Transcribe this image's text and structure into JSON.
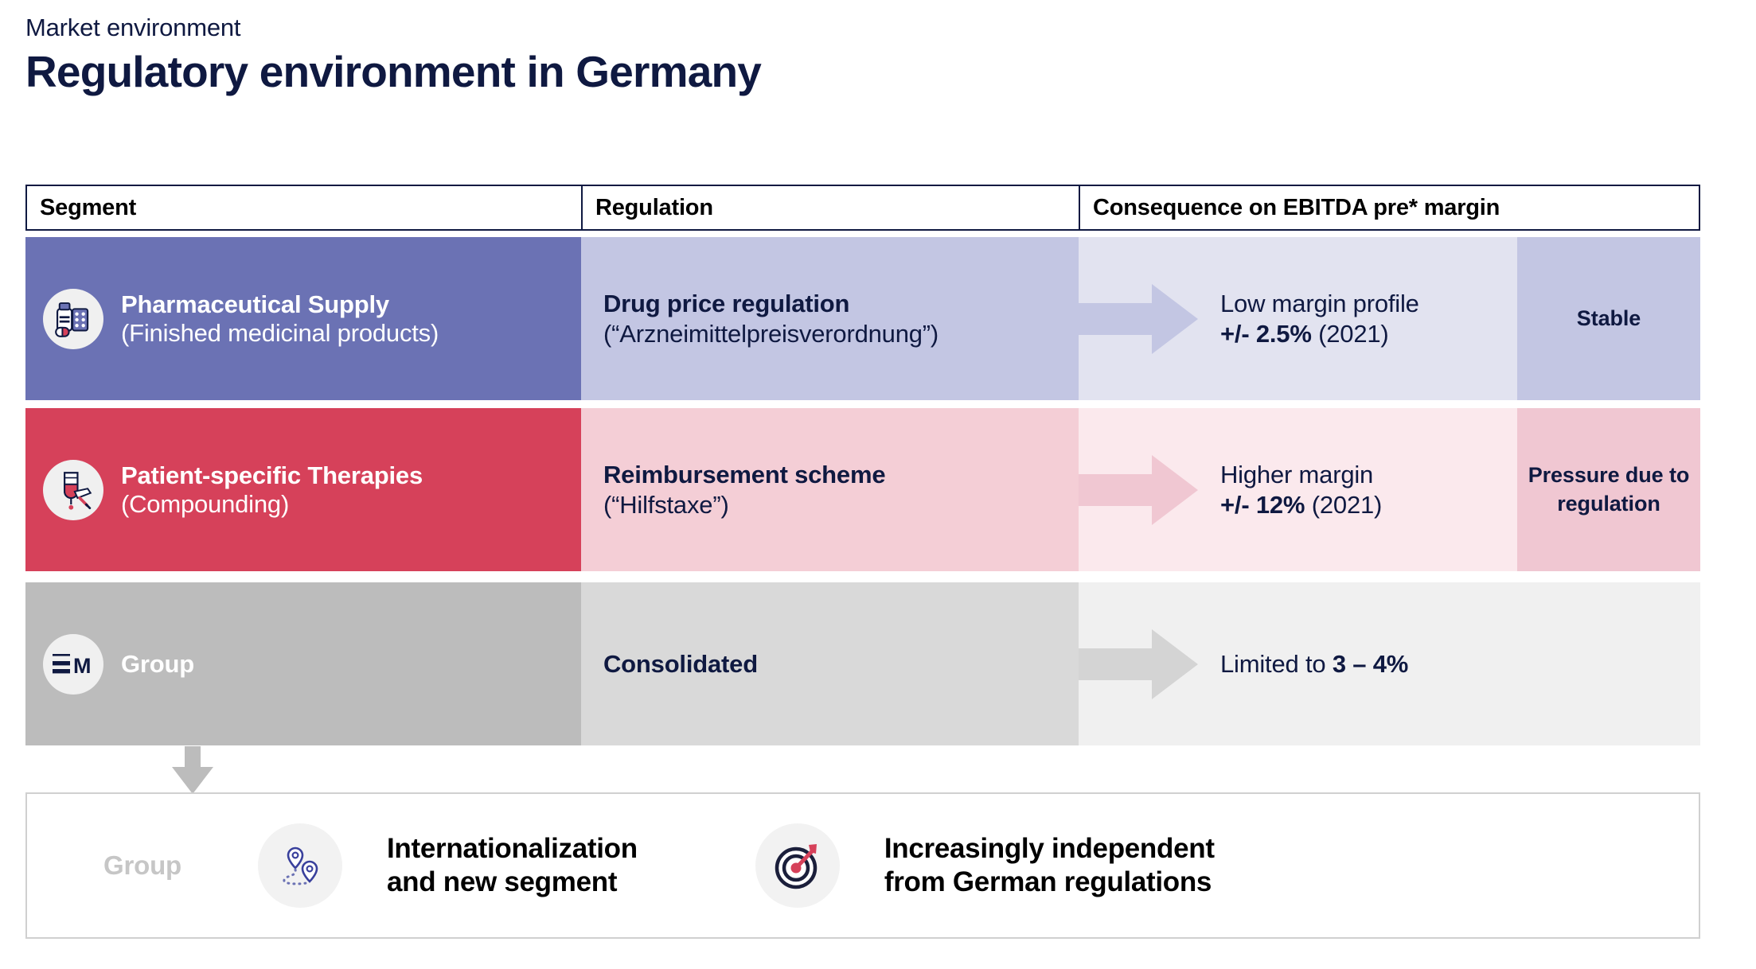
{
  "header": {
    "eyebrow": "Market environment",
    "title": "Regulatory environment in Germany"
  },
  "table": {
    "columns": [
      {
        "label": "Segment"
      },
      {
        "label": "Regulation"
      },
      {
        "label": "Consequence on EBITDA pre* margin"
      }
    ],
    "rows": [
      {
        "segment_icon": "medicine-bottle-icon",
        "segment_title": "Pharmaceutical Supply",
        "segment_sub": "(Finished medicinal products)",
        "regulation_title": "Drug price regulation",
        "regulation_sub": "(“Arzneimittelpreisverordnung”)",
        "arrow_icon": "right-arrow-icon",
        "consequence_line1": "Low margin profile",
        "consequence_value": "+/- 2.5%",
        "consequence_year": "(2021)",
        "status": "Stable",
        "colors": {
          "segment": "#6b72b4",
          "regulation": "#c3c6e3",
          "consequence": "#e2e3f0",
          "status": "#c3c6e3",
          "arrow": "#c3c6e3"
        }
      },
      {
        "segment_icon": "iv-bag-syringe-icon",
        "segment_title": "Patient-specific Therapies",
        "segment_sub": "(Compounding)",
        "regulation_title": "Reimbursement scheme",
        "regulation_sub": "(“Hilfstaxe”)",
        "arrow_icon": "right-arrow-icon",
        "consequence_line1": "Higher margin",
        "consequence_value": "+/- 12%",
        "consequence_year": "(2021)",
        "status": "Pressure due to regulation",
        "colors": {
          "segment": "#d6415a",
          "regulation": "#f4ced6",
          "consequence": "#fbe9ed",
          "status": "#f0c7d2",
          "arrow": "#f0c7d2"
        }
      },
      {
        "segment_icon": "company-m-logo-icon",
        "segment_title": "Group",
        "segment_sub": "",
        "regulation_title": "Consolidated",
        "regulation_sub": "",
        "arrow_icon": "right-arrow-icon",
        "consequence_line1": "",
        "consequence_prefix": "Limited to ",
        "consequence_value": "3 – 4%",
        "consequence_year": "",
        "status": "",
        "colors": {
          "segment": "#bcbcbc",
          "regulation": "#d9d9d9",
          "consequence": "#f0f0f0",
          "status": "",
          "arrow": "#d4d4d4"
        }
      }
    ]
  },
  "connector": {
    "icon": "down-arrow-icon",
    "color": "#bcbcbc"
  },
  "footer": {
    "group_label": "Group",
    "items": [
      {
        "icon": "map-pins-route-icon",
        "line1": "Internationalization",
        "line2": "and new segment"
      },
      {
        "icon": "target-dart-icon",
        "line1": "Increasingly independent",
        "line2": "from German regulations"
      }
    ]
  }
}
